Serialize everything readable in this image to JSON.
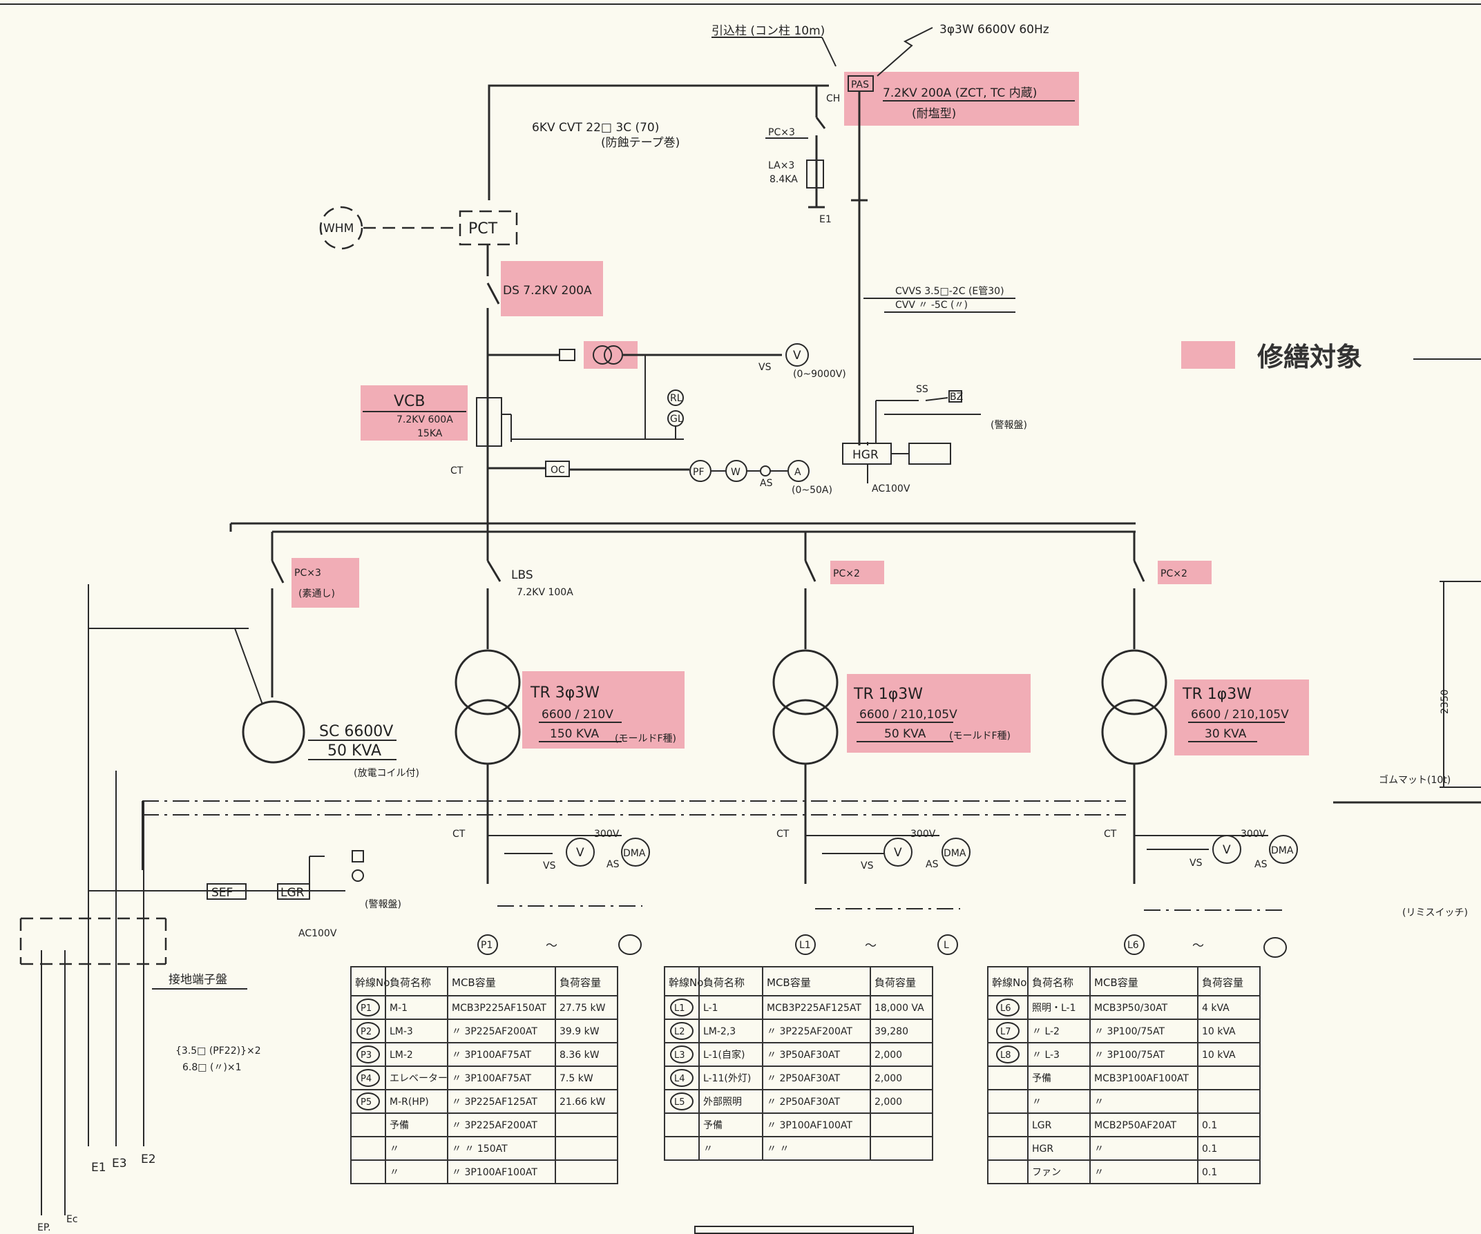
{
  "legend": {
    "color": "#ef9aa8",
    "label": "修繕対象"
  },
  "incoming": {
    "service": "引込柱 (コン柱 10m)",
    "source": "3φ3W 6600V 60Hz",
    "pas_tag": "PAS",
    "pas_spec": "7.2KV 200A (ZCT, TC 内蔵)",
    "pas_note": "(耐塩型)",
    "ch": "CH",
    "pc": "PC×3",
    "la": "LA×3",
    "la_rating": "8.4KA",
    "e1": "E1",
    "cable1": "6KV CVT 22□ 3C (70)",
    "cable1_note": "(防蝕テープ巻)",
    "cable2a": "CVVS 3.5□-2C (E管30)",
    "cable2b": "CVV 〃 -5C (〃)"
  },
  "metering": {
    "whm": "WHM",
    "pct": "PCT",
    "ds": "DS 7.2KV 200A"
  },
  "vcb": {
    "name": "VCB",
    "rating": "7.2KV 600A",
    "ka": "15KA",
    "vs": "VS",
    "v": "V",
    "v_range": "(0~9000V)",
    "rl": "RL",
    "gl": "GL",
    "ct": "CT",
    "oc": "OC",
    "pf": "PF",
    "w": "W",
    "as": "AS",
    "a": "A",
    "a_range": "(0~50A)"
  },
  "hgr": {
    "name": "HGR",
    "ac": "AC100V",
    "ss": "SS",
    "bz": "BZ",
    "alarm": "(警報盤)"
  },
  "feeders": {
    "sc_pc": "PC×3",
    "sc_pc_note": "(素通し)",
    "sc_rating": "SC 6600V",
    "sc_kva": "50 KVA",
    "sc_note": "(放電コイル付)",
    "lbs": "LBS",
    "lbs_rating": "7.2KV 100A",
    "pc2a": "PC×2",
    "pc2b": "PC×2"
  },
  "transformers": [
    {
      "name": "TR 3φ3W",
      "ratio": "6600 / 210V",
      "kva": "150 KVA",
      "type": "(モールドF種)",
      "ct": "CT",
      "dma": "DMA",
      "v": "V",
      "vs": "VS",
      "as": "AS",
      "lim": "300V",
      "circ_a": "P1",
      "circ_b": ""
    },
    {
      "name": "TR 1φ3W",
      "ratio": "6600 / 210,105V",
      "kva": "50 KVA",
      "type": "(モールドF種)",
      "ct": "CT",
      "dma": "DMA",
      "v": "V",
      "vs": "VS",
      "as": "AS",
      "lim": "300V",
      "circ_a": "L1",
      "circ_b": "L"
    },
    {
      "name": "TR 1φ3W",
      "ratio": "6600 / 210,105V",
      "kva": "30 KVA",
      "type": "",
      "ct": "CT",
      "dma": "DMA",
      "v": "V",
      "vs": "VS",
      "as": "AS",
      "lim": "300V",
      "circ_a": "L6",
      "circ_b": ""
    }
  ],
  "ground": {
    "sef": "SEF",
    "lgr": "LGR",
    "ac": "AC100V",
    "alarm": "(警報盤)",
    "terminal": "接地端子盤",
    "cable": "{3.5□ (PF22)}×2",
    "cable2": "6.8□ (〃)×1",
    "e1": "E1",
    "e3": "E3",
    "e2": "E2",
    "ep": "EP.",
    "ec": "Ec"
  },
  "right_side": {
    "dim": "2350",
    "mat": "ゴムマット(10t)",
    "switch": "(リミスイッチ)"
  },
  "tables": [
    {
      "headers": [
        "幹線No",
        "負荷名称",
        "MCB容量",
        "負荷容量"
      ],
      "rows": [
        [
          "P1",
          "M-1",
          "MCB3P225AF150AT",
          "27.75 kW"
        ],
        [
          "P2",
          "LM-3",
          "〃 3P225AF200AT",
          "39.9 kW"
        ],
        [
          "P3",
          "LM-2",
          "〃 3P100AF75AT",
          "8.36 kW"
        ],
        [
          "P4",
          "エレベーター",
          "〃 3P100AF75AT",
          "7.5 kW"
        ],
        [
          "P5",
          "M-R(HP)",
          "〃 3P225AF125AT",
          "21.66 kW"
        ],
        [
          "",
          "予備",
          "〃 3P225AF200AT",
          ""
        ],
        [
          "",
          "〃",
          "〃 〃 150AT",
          ""
        ],
        [
          "",
          "〃",
          "〃 3P100AF100AT",
          ""
        ]
      ]
    },
    {
      "headers": [
        "幹線No",
        "負荷名称",
        "MCB容量",
        "負荷容量"
      ],
      "rows": [
        [
          "L1",
          "L-1",
          "MCB3P225AF125AT",
          "18,000 VA"
        ],
        [
          "L2",
          "LM-2,3",
          "〃 3P225AF200AT",
          "39,280"
        ],
        [
          "L3",
          "L-1(自家)",
          "〃 3P50AF30AT",
          "2,000"
        ],
        [
          "L4",
          "L-11(外灯)",
          "〃 2P50AF30AT",
          "2,000"
        ],
        [
          "L5",
          "外部照明",
          "〃 2P50AF30AT",
          "2,000"
        ],
        [
          "",
          "予備",
          "〃 3P100AF100AT",
          ""
        ],
        [
          "",
          "〃",
          "〃 〃",
          ""
        ]
      ]
    },
    {
      "headers": [
        "幹線No",
        "負荷名称",
        "MCB容量",
        "負荷容量"
      ],
      "rows": [
        [
          "L6",
          "照明・L-1",
          "MCB3P50/30AT",
          "4 kVA"
        ],
        [
          "L7",
          "〃 L-2",
          "〃 3P100/75AT",
          "10 kVA"
        ],
        [
          "L8",
          "〃 L-3",
          "〃 3P100/75AT",
          "10 kVA"
        ],
        [
          "",
          "予備",
          "MCB3P100AF100AT",
          ""
        ],
        [
          "",
          "〃",
          "〃",
          ""
        ],
        [
          "",
          "LGR",
          "MCB2P50AF20AT",
          "0.1"
        ],
        [
          "",
          "HGR",
          "〃",
          "0.1"
        ],
        [
          "",
          "ファン",
          "〃",
          "0.1"
        ]
      ]
    }
  ]
}
